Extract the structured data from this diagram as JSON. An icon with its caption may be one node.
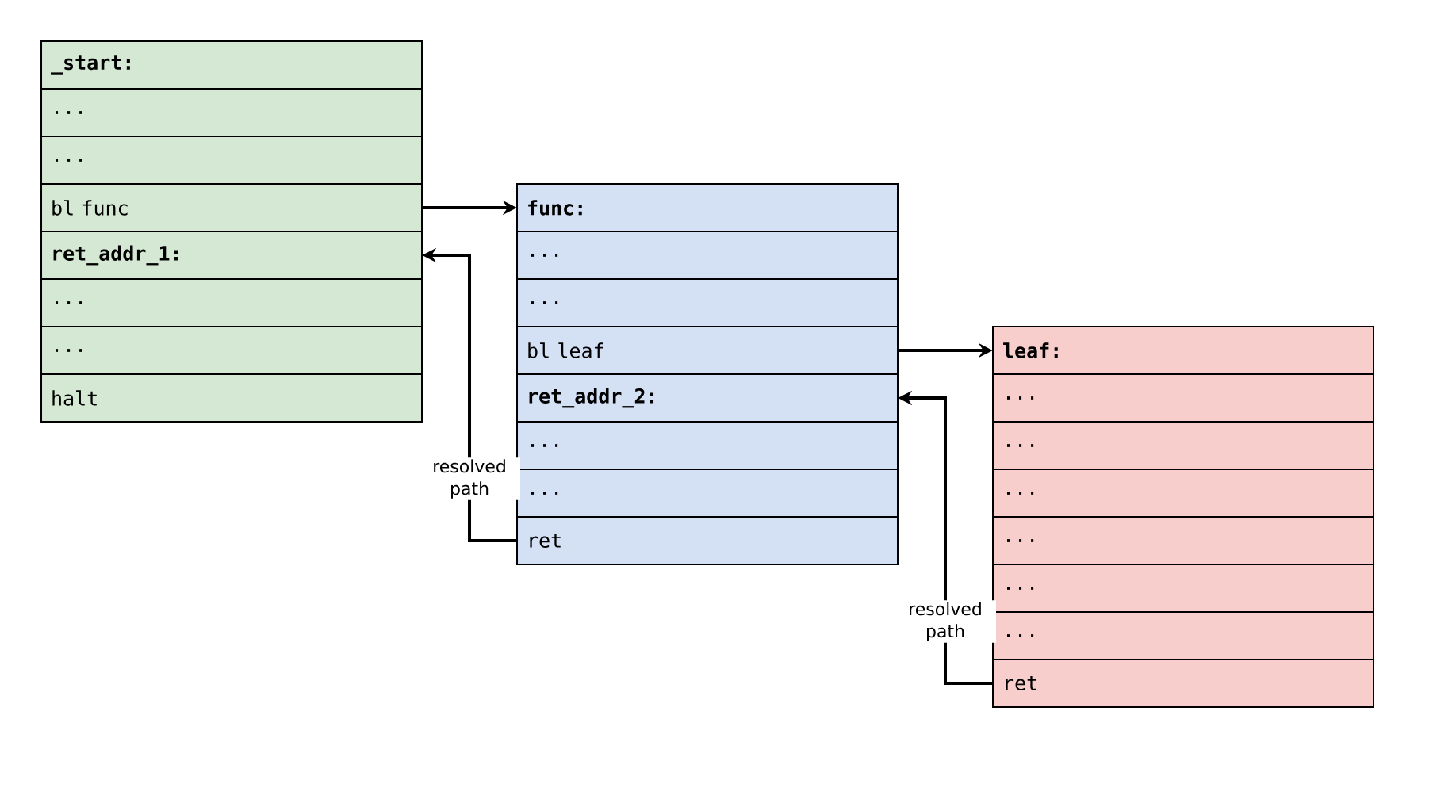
{
  "diagram": {
    "nodes": [
      {
        "text": [
          "_start:"
        ]
      },
      {
        "text": [
          "..."
        ]
      },
      {
        "text": [
          "..."
        ]
      },
      {
        "text": [
          "bl func"
        ]
      },
      {
        "text": [
          "ret_addr_1:"
        ]
      },
      {
        "text": [
          "..."
        ]
      },
      {
        "text": [
          "..."
        ]
      },
      {
        "text": [
          "halt"
        ]
      },
      {
        "text": [
          "func:"
        ]
      },
      {
        "text": [
          "..."
        ]
      },
      {
        "text": [
          "..."
        ]
      },
      {
        "text": [
          "bl leaf"
        ]
      },
      {
        "text": [
          "ret_addr_2:"
        ]
      },
      {
        "text": [
          "..."
        ]
      },
      {
        "text": [
          "..."
        ]
      },
      {
        "text": [
          "ret"
        ]
      },
      {
        "text": [
          "leaf:"
        ]
      },
      {
        "text": [
          "..."
        ]
      },
      {
        "text": [
          "..."
        ]
      },
      {
        "text": [
          "..."
        ]
      },
      {
        "text": [
          "..."
        ]
      },
      {
        "text": [
          "..."
        ]
      },
      {
        "text": [
          "..."
        ]
      },
      {
        "text": [
          "ret"
        ]
      }
    ],
    "edges": [
      {
        "from": 3,
        "to": 8,
        "arrow": "to"
      },
      {
        "from": 15,
        "to": 4,
        "arrow": "to",
        "label": "resolved path"
      },
      {
        "from": 11,
        "to": 16,
        "arrow": "to"
      },
      {
        "from": 23,
        "to": 12,
        "arrow": "to",
        "label": "resolved path"
      }
    ]
  }
}
